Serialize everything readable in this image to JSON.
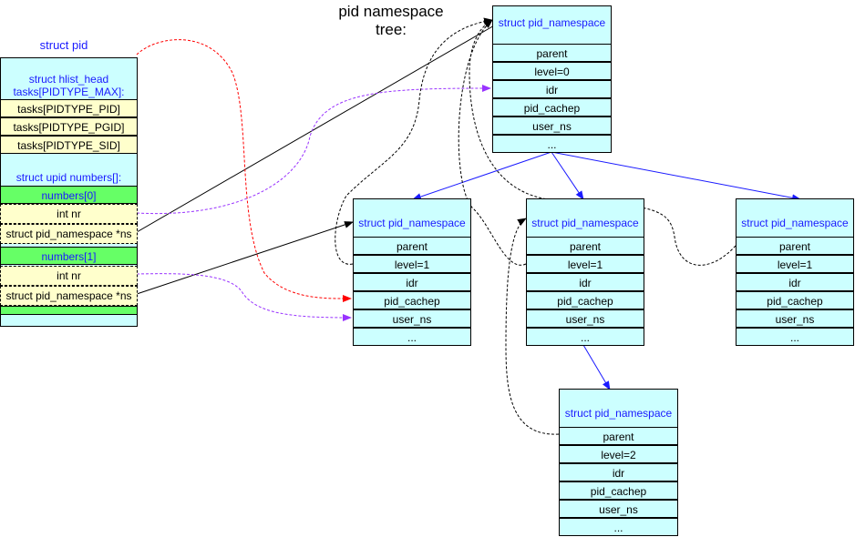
{
  "diagram_title": "pid namespace\ntree:",
  "struct_pid": {
    "label": "struct pid",
    "hlist_head": "struct hlist_head\ntasks[PIDTYPE_MAX]:",
    "tasks": [
      "tasks[PIDTYPE_PID]",
      "tasks[PIDTYPE_PGID]",
      "tasks[PIDTYPE_SID]"
    ],
    "upid_label": "struct upid numbers[]:",
    "numbers": [
      {
        "header": "numbers[0]",
        "nr": "int nr",
        "ns": "struct pid_namespace *ns"
      },
      {
        "header": "numbers[1]",
        "nr": "int nr",
        "ns": "struct pid_namespace *ns"
      }
    ]
  },
  "namespaces": {
    "root": {
      "title": "struct pid_namespace",
      "fields": [
        "parent",
        "level=0",
        "idr",
        "pid_cachep",
        "user_ns",
        "..."
      ]
    },
    "child_a": {
      "title": "struct pid_namespace",
      "fields": [
        "parent",
        "level=1",
        "idr",
        "pid_cachep",
        "user_ns",
        "..."
      ]
    },
    "child_b": {
      "title": "struct pid_namespace",
      "fields": [
        "parent",
        "level=1",
        "idr",
        "pid_cachep",
        "user_ns",
        "..."
      ]
    },
    "child_c": {
      "title": "struct pid_namespace",
      "fields": [
        "parent",
        "level=1",
        "idr",
        "pid_cachep",
        "user_ns",
        "..."
      ]
    },
    "grandchild": {
      "title": "struct pid_namespace",
      "fields": [
        "parent",
        "level=2",
        "idr",
        "pid_cachep",
        "user_ns",
        "..."
      ]
    }
  },
  "colors": {
    "cyan": "#ccffff",
    "yellow": "#ffffcc",
    "green": "#66ff66",
    "blue": "#1a1aff",
    "red": "#ff0000",
    "purple": "#9933ff"
  }
}
